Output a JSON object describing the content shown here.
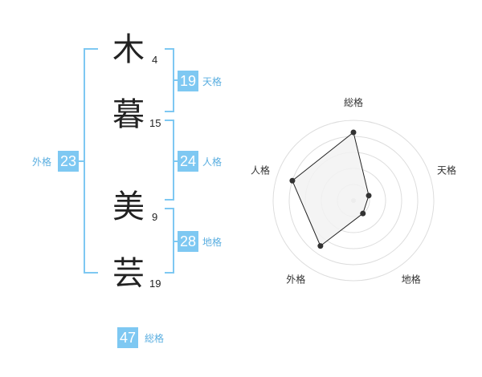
{
  "name": {
    "chars": [
      {
        "char": "木",
        "strokes": "4"
      },
      {
        "char": "暮",
        "strokes": "15"
      },
      {
        "char": "美",
        "strokes": "9"
      },
      {
        "char": "芸",
        "strokes": "19"
      }
    ]
  },
  "fortune": {
    "tenkaku": {
      "value": "19",
      "label": "天格"
    },
    "jinkaku": {
      "value": "24",
      "label": "人格"
    },
    "chikaku": {
      "value": "28",
      "label": "地格"
    },
    "gaikaku": {
      "value": "23",
      "label": "外格"
    },
    "soukaku": {
      "value": "47",
      "label": "総格"
    }
  },
  "colors": {
    "accent": "#7ec8f2",
    "label": "#5aaee0",
    "text": "#222222"
  },
  "chart_data": {
    "type": "radar",
    "axes": [
      "総格",
      "天格",
      "地格",
      "外格",
      "人格"
    ],
    "values": [
      0.85,
      0.2,
      0.2,
      0.7,
      0.8
    ],
    "max": 1,
    "rings": 5,
    "fill": "#f2f2f2",
    "stroke": "#222222"
  }
}
